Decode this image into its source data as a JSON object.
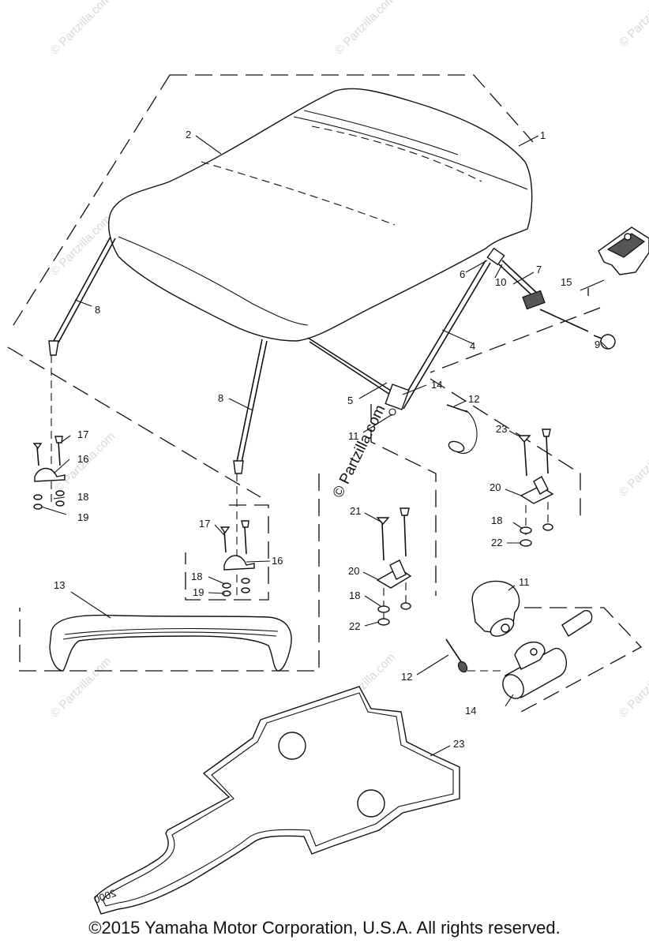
{
  "watermark_text": "© Partzilla.com",
  "center_watermark": "© Partzilla.com",
  "copyright": "©2015  Yamaha Motor Corporation, U.S.A. All rights reserved.",
  "mat_mark": "2000",
  "callouts": {
    "c1": "1",
    "c2": "2",
    "c4": "4",
    "c5": "5",
    "c6": "6",
    "c7": "7",
    "c8a": "8",
    "c8b": "8",
    "c9": "9",
    "c10": "10",
    "c11a": "11",
    "c11b": "11",
    "c12a": "12",
    "c12b": "12",
    "c13": "13",
    "c14a": "14",
    "c14b": "14",
    "c15": "15",
    "c16a": "16",
    "c16b": "16",
    "c17a": "17",
    "c17b": "17",
    "c18a": "18",
    "c18b": "18",
    "c18c": "18",
    "c18d": "18",
    "c19a": "19",
    "c19b": "19",
    "c20a": "20",
    "c20b": "20",
    "c21": "21",
    "c22a": "22",
    "c22b": "22",
    "c23a": "23",
    "c23b": "23"
  }
}
